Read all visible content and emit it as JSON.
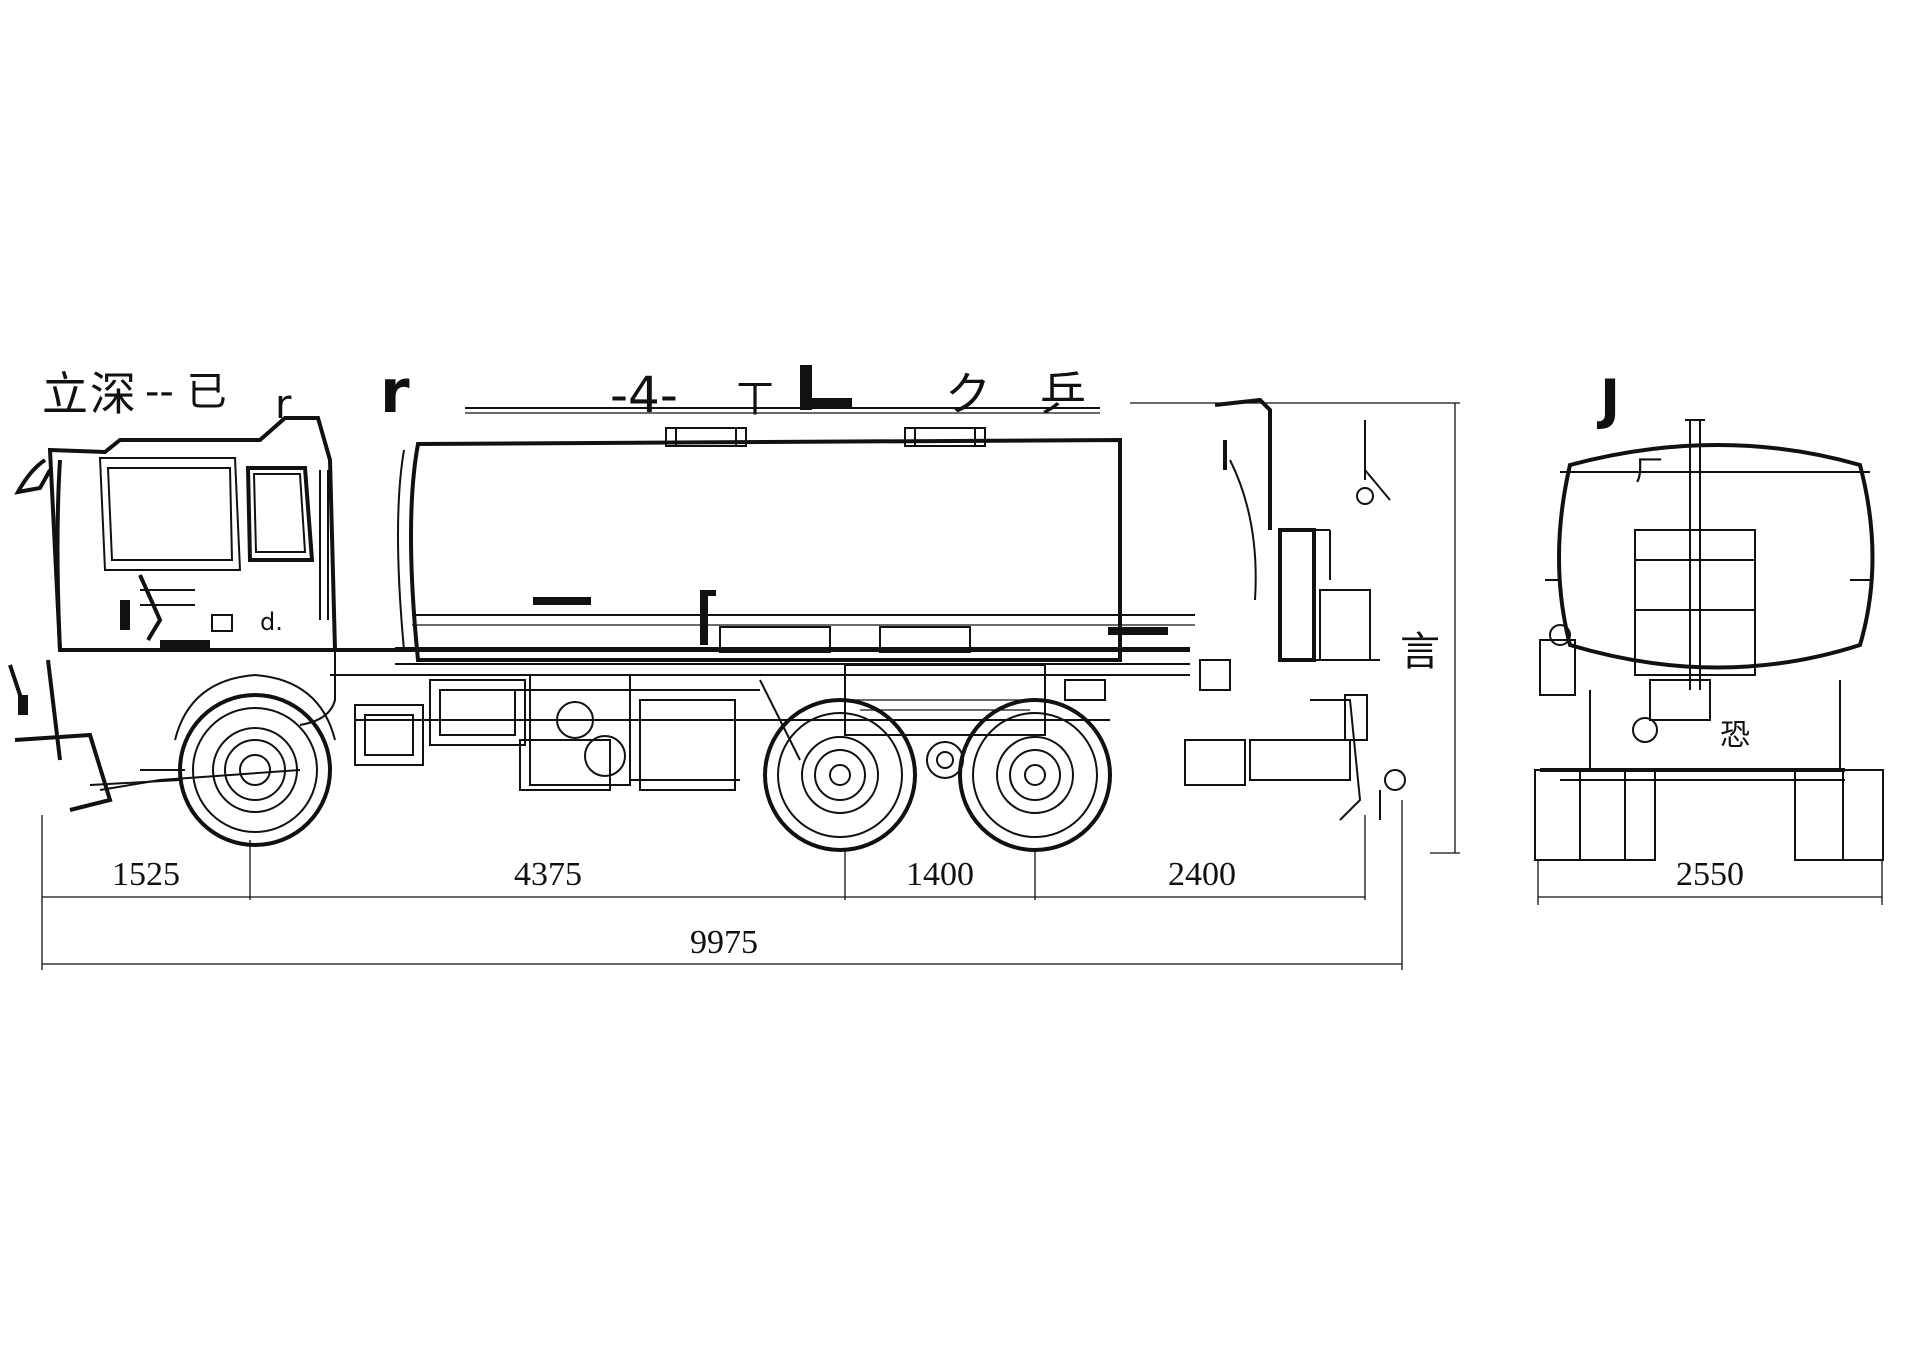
{
  "drawing": {
    "units": "mm",
    "dimensions": {
      "front_overhang": "1525",
      "wheelbase": "4375",
      "tandem_spacing": "1400",
      "rear_overhang": "2400",
      "overall_length": "9975",
      "overall_width": "2550"
    },
    "artifacts": {
      "a1": "立",
      "a2": "深",
      "a3": "-- 已",
      "a4": "r",
      "a5": "r",
      "a6": "-4-",
      "a7": "ㄒ",
      "a8": "ク",
      "a9": "乒",
      "a10": "d.",
      "a11": "J",
      "a12": "言",
      "a13": "恐",
      "a14": "厂"
    }
  }
}
